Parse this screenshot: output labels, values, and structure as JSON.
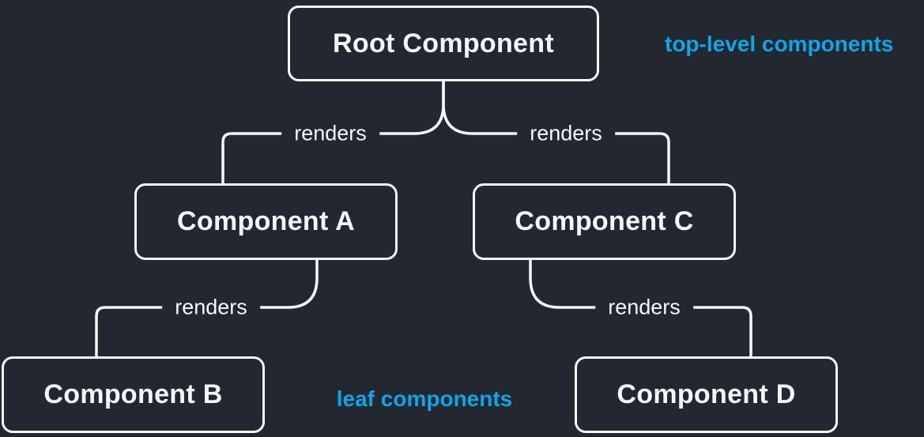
{
  "diagram": {
    "nodes": {
      "root": {
        "label": "Root Component"
      },
      "a": {
        "label": "Component A"
      },
      "b": {
        "label": "Component B"
      },
      "c": {
        "label": "Component C"
      },
      "d": {
        "label": "Component D"
      }
    },
    "edges": {
      "root_a": {
        "label": "renders"
      },
      "root_c": {
        "label": "renders"
      },
      "a_b": {
        "label": "renders"
      },
      "c_d": {
        "label": "renders"
      }
    },
    "annotations": {
      "top": "top-level components",
      "bottom": "leaf components"
    },
    "colors": {
      "background": "#23272f",
      "node_fill": "#23272f",
      "node_border": "#f6f7f9",
      "node_text": "#f6f7f9",
      "connector": "#f6f7f9",
      "annotation_blue": "#0ea5e9"
    }
  }
}
